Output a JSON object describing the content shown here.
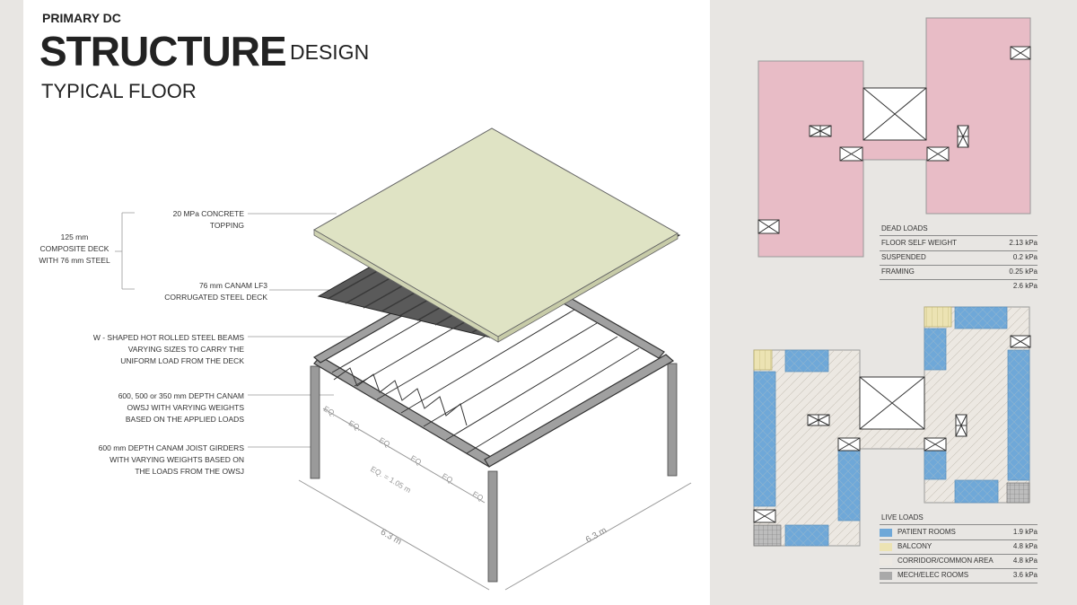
{
  "header": {
    "eyebrow": "PRIMARY DC",
    "title_main": "STRUCTURE",
    "title_sub": "DESIGN",
    "subtitle": "TYPICAL FLOOR"
  },
  "labels": {
    "topping_l1": "20 MPa CONCRETE",
    "topping_l2": "TOPPING",
    "composite_l1": "125 mm",
    "composite_l2": "COMPOSITE  DECK",
    "composite_l3": "WITH 76 mm STEEL",
    "deck_l1": "76 mm CANAM LF3",
    "deck_l2": "CORRUGATED STEEL DECK",
    "beams_l1": "W - SHAPED HOT ROLLED STEEL BEAMS",
    "beams_l2": "VARYING SIZES TO CARRY THE",
    "beams_l3": "UNIFORM LOAD FROM THE DECK",
    "owsj_l1": "600, 500 or 350 mm DEPTH CANAM",
    "owsj_l2": "OWSJ WITH VARYING WEIGHTS",
    "owsj_l3": "BASED ON THE APPLIED LOADS",
    "girder_l1": "600 mm DEPTH CANAM JOIST GIRDERS",
    "girder_l2": "WITH VARYING WEIGHTS BASED ON",
    "girder_l3": "THE LOADS FROM THE OWSJ"
  },
  "dimensions": {
    "eq": "EQ.",
    "eq_spacing": "EQ. = 1.05 m",
    "span_a": "6.3 m",
    "span_b": "6.3 m"
  },
  "dead_loads": {
    "title": "DEAD LOADS",
    "rows": [
      {
        "label": "FLOOR SELF WEIGHT",
        "value": "2.13 kPa"
      },
      {
        "label": "SUSPENDED",
        "value": "0.2 kPa"
      },
      {
        "label": "FRAMING",
        "value": "0.25 kPa"
      }
    ],
    "total": "2.6 kPa"
  },
  "live_loads": {
    "title": "LIVE LOADS",
    "rows": [
      {
        "label": "PATIENT ROOMS",
        "value": "1.9 kPa",
        "color": "#6fa8d8"
      },
      {
        "label": "BALCONY",
        "value": "4.8 kPa",
        "color": "#ece3b3"
      },
      {
        "label": "CORRIDOR/COMMON AREA",
        "value": "4.8 kPa",
        "color": "#ece8e2"
      },
      {
        "label": "MECH/ELEC ROOMS",
        "value": "3.6 kPa",
        "color": "#a9a9a9"
      }
    ]
  },
  "colors": {
    "dead_fill": "#e8bcc6",
    "patient": "#6fa8d8",
    "balcony": "#ece3b3",
    "corridor": "#ece8e2",
    "mech": "#a9a9a9",
    "slab": "#dfe3c4",
    "deck": "#555555",
    "steel": "#8a8a8a"
  }
}
